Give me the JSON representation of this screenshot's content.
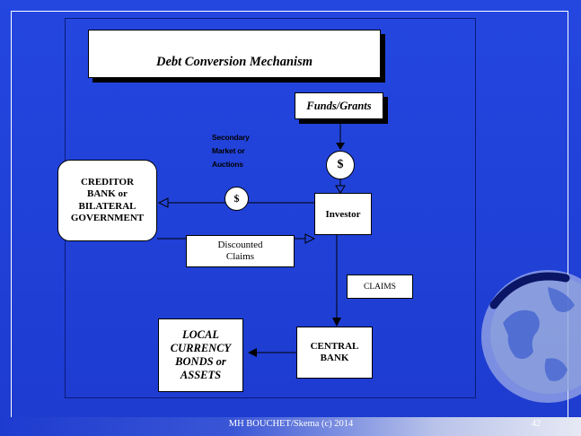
{
  "title": "Debt Conversion Mechanism",
  "nodes": {
    "funds": "Funds/Grants",
    "secondary_market": [
      "Secondary",
      "Market or",
      "Auctions"
    ],
    "dollar_symbol": "$",
    "creditor": [
      "CREDITOR",
      "BANK or",
      "BILATERAL",
      "GOVERNMENT"
    ],
    "investor": "Investor",
    "discounted_claims": [
      "Discounted",
      "Claims"
    ],
    "claims": "CLAIMS",
    "central_bank": [
      "CENTRAL",
      "BANK"
    ],
    "local_assets": [
      "LOCAL",
      "CURRENCY",
      "BONDS or",
      "ASSETS"
    ]
  },
  "footer": {
    "text": "MH BOUCHET/Skema (c) 2014",
    "page": "42"
  },
  "colors": {
    "background": "#1f3fd6",
    "box": "#ffffff"
  }
}
